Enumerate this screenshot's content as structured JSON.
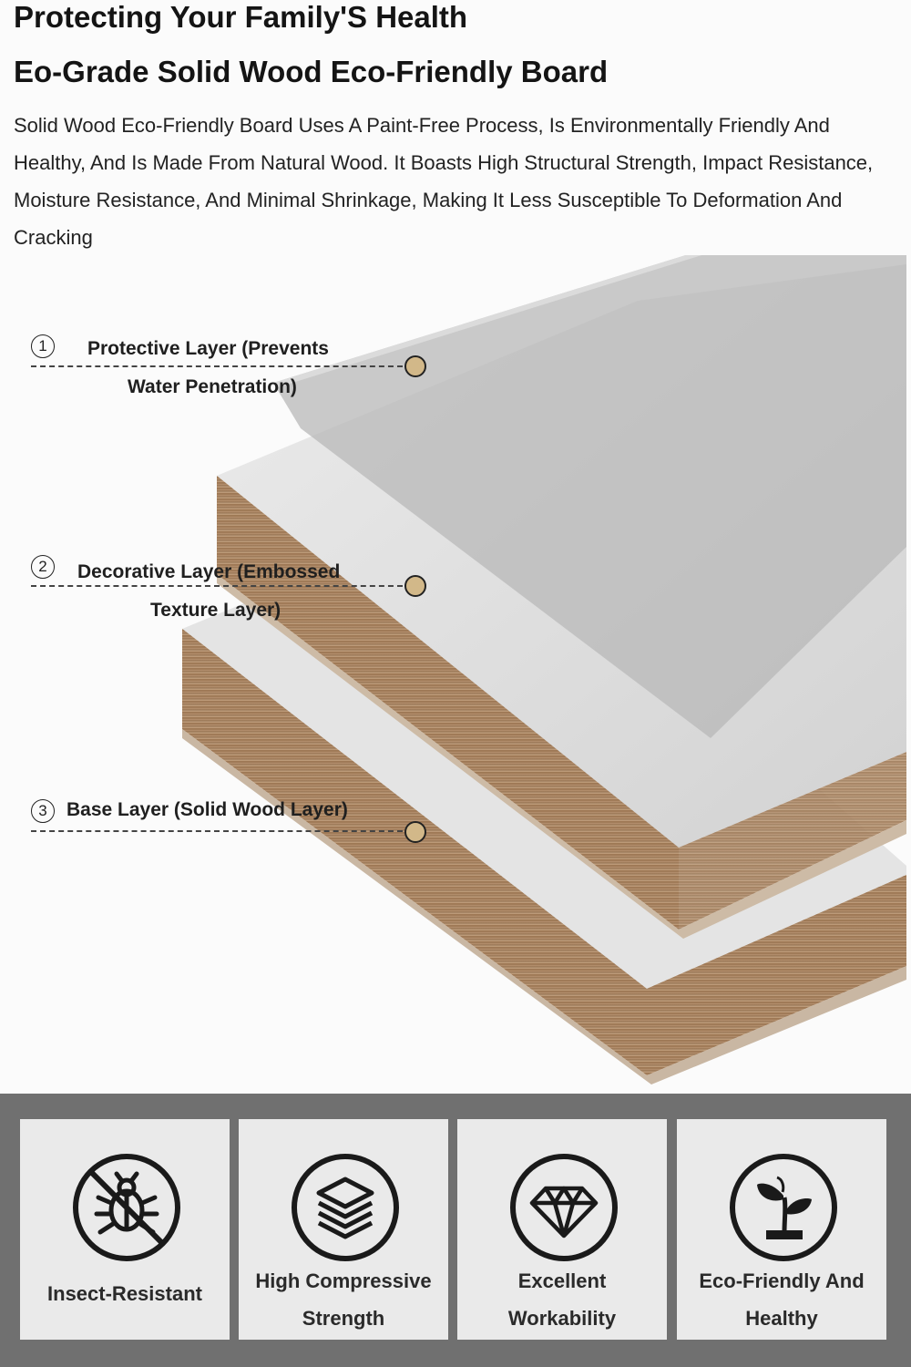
{
  "header": {
    "title_line1": "Protecting Your Family'S Health",
    "title_line2": "Eo-Grade Solid Wood Eco-Friendly Board",
    "description": "Solid Wood Eco-Friendly Board Uses A Paint-Free Process, Is Environmentally Friendly And Healthy, And Is Made From Natural Wood. It Boasts High Structural Strength, Impact Resistance, Moisture Resistance, And Minimal Shrinkage, Making It Less Susceptible To Deformation And Cracking"
  },
  "layers": [
    {
      "number": "1",
      "label_line1": "Protective Layer (Prevents",
      "label_line2": "Water Penetration)"
    },
    {
      "number": "2",
      "label_line1": "Decorative Layer (Embossed",
      "label_line2": "Texture Layer)"
    },
    {
      "number": "3",
      "label_line1": "Base Layer (Solid Wood Layer)",
      "label_line2": ""
    }
  ],
  "features": [
    {
      "icon": "no-insect-icon",
      "label_line1": "Insect-Resistant",
      "label_line2": ""
    },
    {
      "icon": "stacked-layers-icon",
      "label_line1": "High Compressive",
      "label_line2": "Strength"
    },
    {
      "icon": "diamond-icon",
      "label_line1": "Excellent",
      "label_line2": "Workability"
    },
    {
      "icon": "sprout-icon",
      "label_line1": "Eco-Friendly And",
      "label_line2": "Healthy"
    }
  ],
  "colors": {
    "features_band": "#707070",
    "card_bg": "#eaeaea",
    "board_surface": "#d9d9d9",
    "wood_edge": "#a47c57",
    "marker_fill": "#d2b889"
  }
}
